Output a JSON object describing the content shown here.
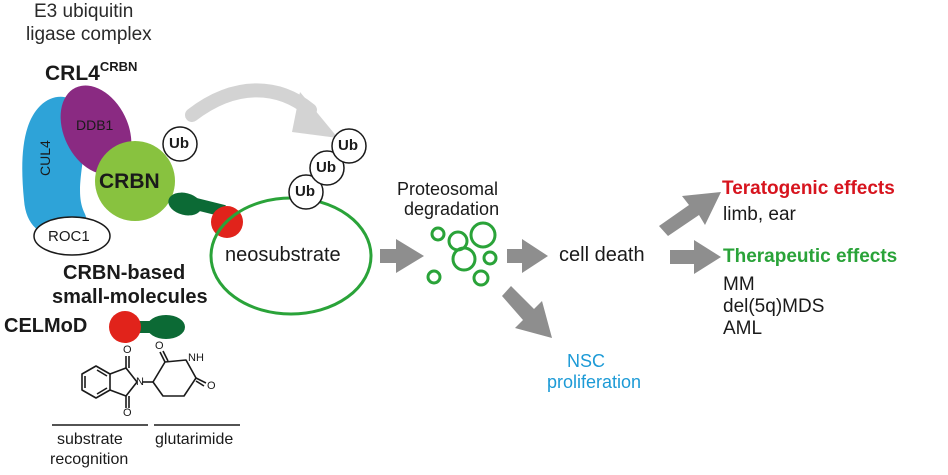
{
  "complex": {
    "title_line1": "E3 ubiquitin",
    "title_line2": "ligase complex",
    "name": "CRL4",
    "name_sup": "CRBN"
  },
  "proteins": {
    "cul4": "CUL4",
    "ddb1": "DDB1",
    "crbn": "CRBN",
    "roc1": "ROC1"
  },
  "ubiquitin": {
    "label": "Ub"
  },
  "neosubstrate": {
    "label": "neosubstrate"
  },
  "molecules": {
    "line1": "CRBN-based",
    "line2": "small-molecules",
    "celmod": "CELMoD"
  },
  "structure": {
    "atom_o": "O",
    "atom_n": "N",
    "atom_nh": "NH",
    "substrate_line1": "substrate",
    "substrate_line2": "recognition",
    "glutarimide": "glutarimide"
  },
  "degradation": {
    "line1": "Proteosomal",
    "line2": "degradation"
  },
  "outcomes": {
    "cell_death": "cell death",
    "nsc_line1": "NSC",
    "nsc_line2": "proliferation",
    "teratogenic_title": "Teratogenic effects",
    "teratogenic_detail": "limb, ear",
    "therapeutic_title": "Therapeutic effects",
    "therapeutic_items": [
      "MM",
      "del(5q)MDS",
      "AML"
    ]
  },
  "colors": {
    "cul4": "#2ea3d8",
    "ddb1": "#8a2a82",
    "crbn": "#88c23f",
    "molecule_red": "#e1231b",
    "molecule_green": "#0c6a35",
    "neosubstrate_ring": "#2aa339",
    "arrow_gray": "#8e8e8e",
    "transfer_arrow": "#d3d3d3",
    "teratogenic": "#d7141e",
    "therapeutic": "#2aa339",
    "nsc": "#1c9ad6"
  }
}
